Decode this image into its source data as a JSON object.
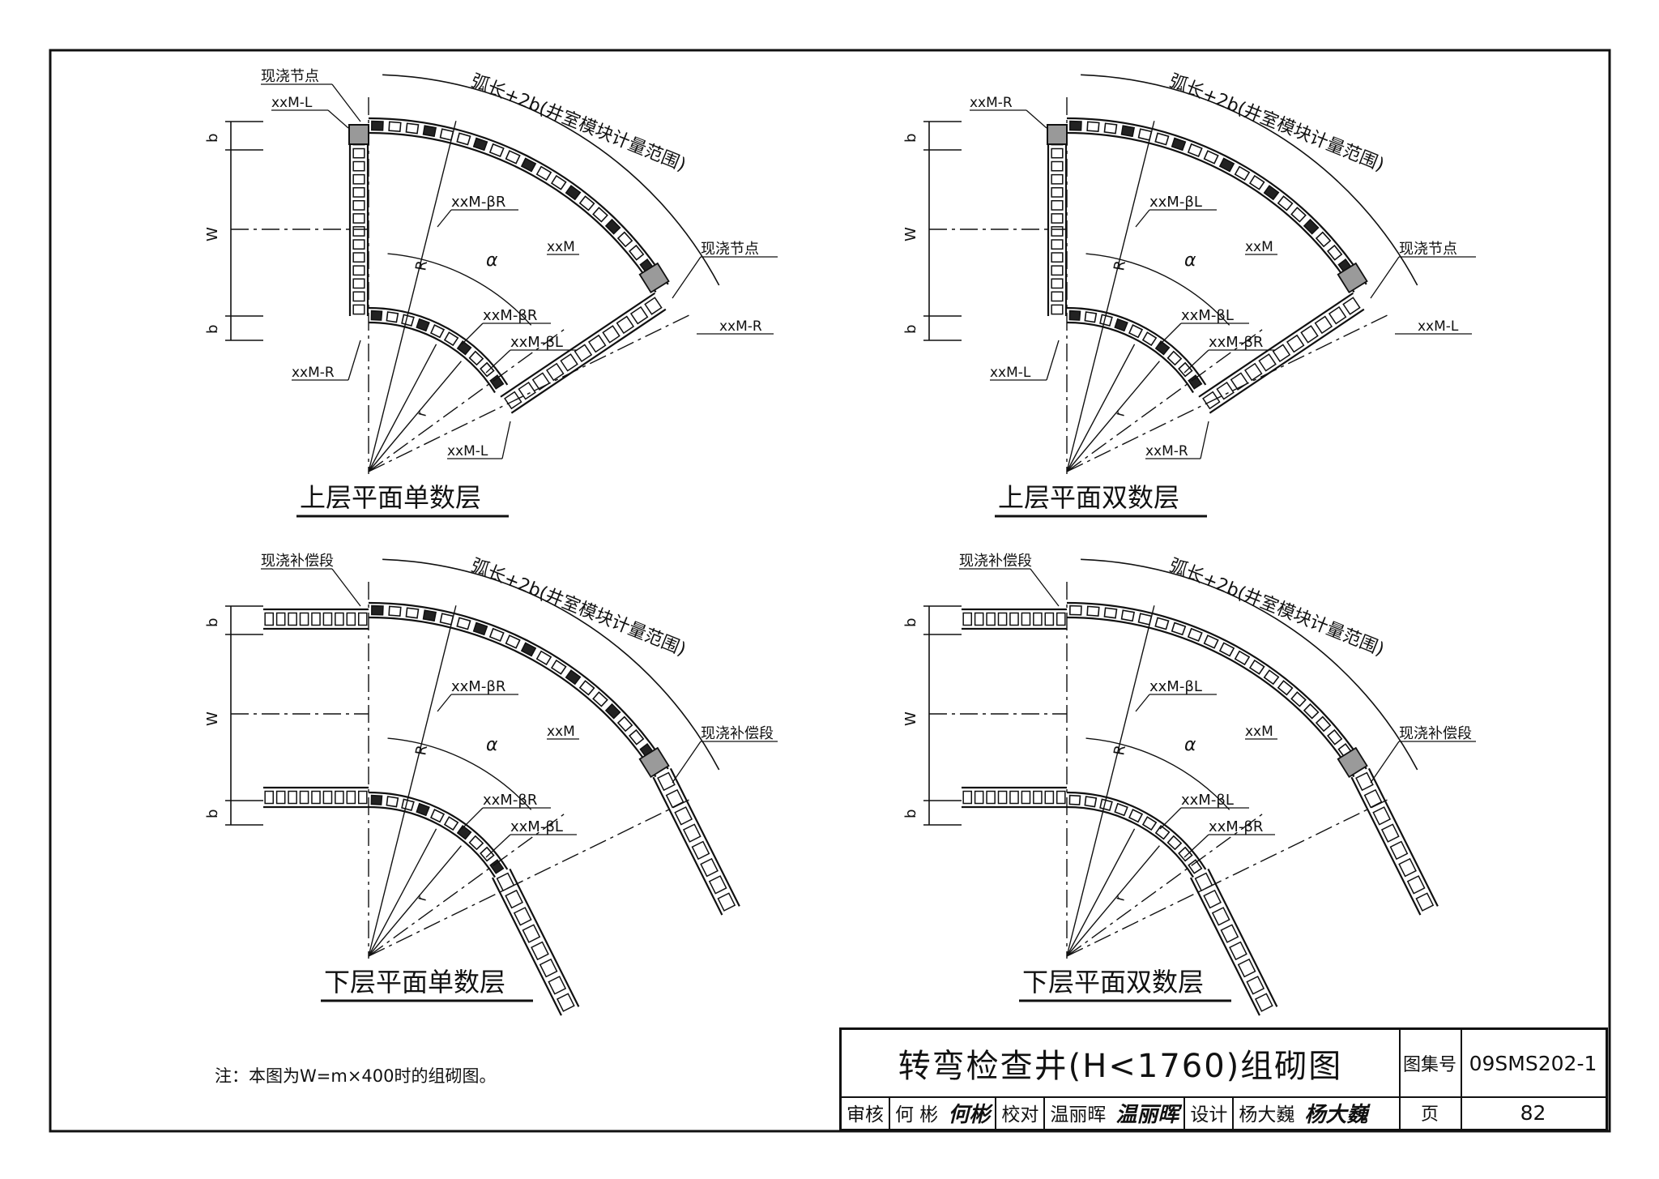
{
  "panels": [
    {
      "id": "upper-odd",
      "caption": "上层平面单数层",
      "arc_label": "弧长+2b(井室模块计量范围)",
      "node_top": "现浇节点",
      "code_top": "xxM-L",
      "node_right": "现浇节点",
      "code_right": "xxM-R",
      "outer_code": "xxM-βR",
      "mid_code": "xxM",
      "inner_code1": "xxM-βR",
      "inner_code2": "xxM-βL",
      "code_left_bottom": "xxM-R",
      "code_inner_end": "xxM-L"
    },
    {
      "id": "upper-even",
      "caption": "上层平面双数层",
      "arc_label": "弧长+2b(井室模块计量范围)",
      "node_top": "",
      "code_top": "xxM-R",
      "node_right": "现浇节点",
      "code_right": "xxM-L",
      "outer_code": "xxM-βL",
      "mid_code": "xxM",
      "inner_code1": "xxM-βL",
      "inner_code2": "xxM-βR",
      "code_left_bottom": "xxM-L",
      "code_inner_end": "xxM-R"
    },
    {
      "id": "lower-odd",
      "caption": "下层平面单数层",
      "arc_label": "弧长+2b(井室模块计量范围)",
      "node_top": "现浇补偿段",
      "code_top": "",
      "node_right": "现浇补偿段",
      "code_right": "",
      "outer_code": "xxM-βR",
      "mid_code": "xxM",
      "inner_code1": "xxM-βR",
      "inner_code2": "xxM-βL",
      "code_left_bottom": "",
      "code_inner_end": ""
    },
    {
      "id": "lower-even",
      "caption": "下层平面双数层",
      "arc_label": "弧长+2b(井室模块计量范围)",
      "node_top": "现浇补偿段",
      "code_top": "",
      "node_right": "现浇补偿段",
      "code_right": "",
      "outer_code": "xxM-βL",
      "mid_code": "xxM",
      "inner_code1": "xxM-βL",
      "inner_code2": "xxM-βR",
      "code_left_bottom": "",
      "code_inner_end": ""
    }
  ],
  "dims": {
    "b": "b",
    "w": "W",
    "r": "R",
    "alpha": "α",
    "r_small": "r"
  },
  "note": "注：本图为W=m×400时的组砌图。",
  "title_block": {
    "title": "转弯检查井(H<1760)组砌图",
    "atlas_label": "图集号",
    "atlas_no": "09SMS202-1",
    "review_label": "审核",
    "reviewer": "何 彬",
    "reviewer_sig": "何彬",
    "check_label": "校对",
    "checker": "温丽晖",
    "checker_sig": "温丽晖",
    "design_label": "设计",
    "designer": "杨大巍",
    "designer_sig": "杨大巍",
    "page_label": "页",
    "page_no": "82"
  }
}
